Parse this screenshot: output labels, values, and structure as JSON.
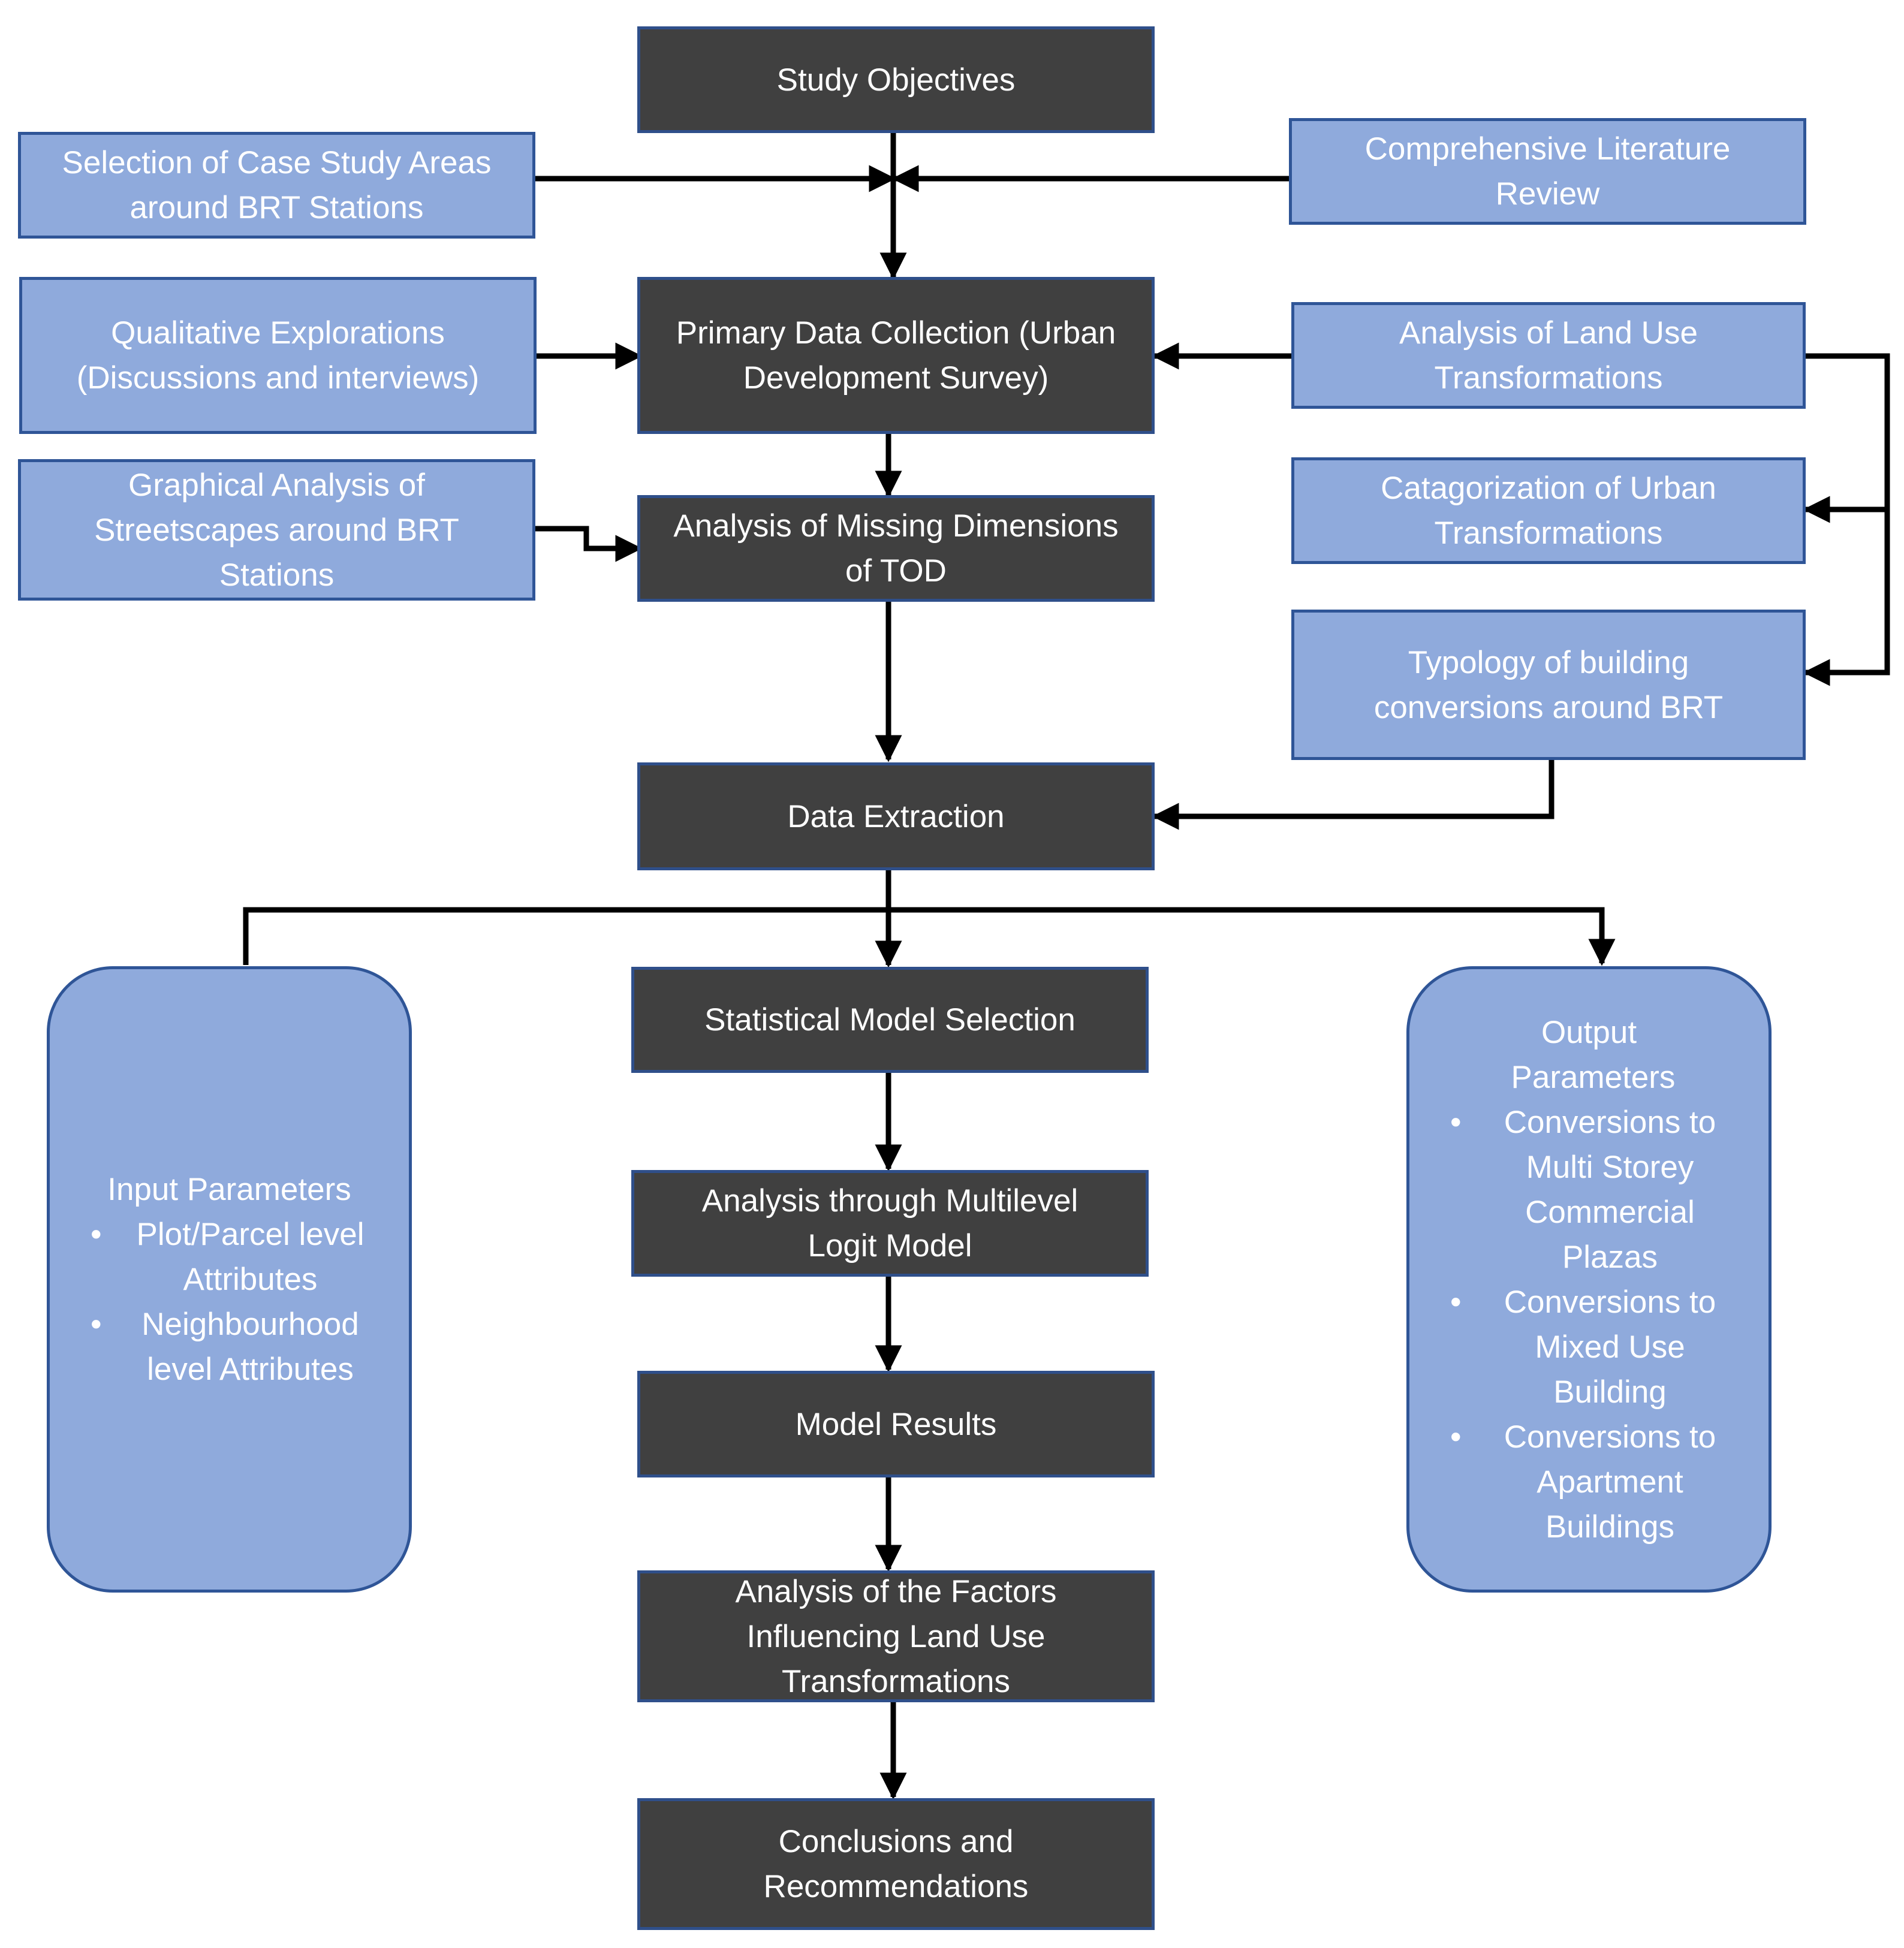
{
  "nodes": {
    "study_objectives": {
      "lines": [
        "Study Objectives"
      ]
    },
    "case_study_selection": {
      "lines": [
        "Selection of Case Study Areas",
        "around BRT Stations"
      ]
    },
    "literature_review": {
      "lines": [
        "Comprehensive Literature",
        "Review"
      ]
    },
    "primary_data": {
      "lines": [
        "Primary Data Collection (Urban",
        "Development Survey)"
      ]
    },
    "qualitative": {
      "lines": [
        "Qualitative Explorations",
        "(Discussions and interviews)"
      ]
    },
    "land_use_analysis": {
      "lines": [
        "Analysis of Land Use",
        "Transformations"
      ]
    },
    "categorization": {
      "lines": [
        "Catagorization of Urban",
        "Transformations"
      ]
    },
    "graphical_analysis": {
      "lines": [
        "Graphical Analysis of",
        "Streetscapes around BRT",
        "Stations"
      ]
    },
    "missing_dimensions": {
      "lines": [
        "Analysis of Missing Dimensions",
        "of TOD"
      ]
    },
    "typology": {
      "lines": [
        "Typology of building",
        "conversions around BRT"
      ]
    },
    "data_extraction": {
      "lines": [
        "Data Extraction"
      ]
    },
    "model_selection": {
      "lines": [
        "Statistical Model Selection"
      ]
    },
    "multilevel": {
      "lines": [
        "Analysis through Multilevel",
        "Logit Model"
      ]
    },
    "model_results": {
      "lines": [
        "Model Results"
      ]
    },
    "factors": {
      "lines": [
        "Analysis of the Factors",
        "Influencing Land Use",
        "Transformations"
      ]
    },
    "conclusions": {
      "lines": [
        "Conclusions and",
        "Recommendations"
      ]
    },
    "input_params": {
      "title": "Input Parameters",
      "bullets": [
        "Plot/Parcel level Attributes",
        "Neighbourhood level Attributes"
      ]
    },
    "output_params": {
      "title": "Output Parameters",
      "bullets": [
        "Conversions to Multi Storey Commercial Plazas",
        "Conversions to Mixed Use Building",
        "Conversions to Apartment Buildings"
      ]
    }
  },
  "bullet_glyph": "•",
  "colors": {
    "dark_box": "#404040",
    "light_box": "#8faadc",
    "box_border": "#2f5597",
    "text": "#ffffff",
    "connector": "#000000"
  }
}
